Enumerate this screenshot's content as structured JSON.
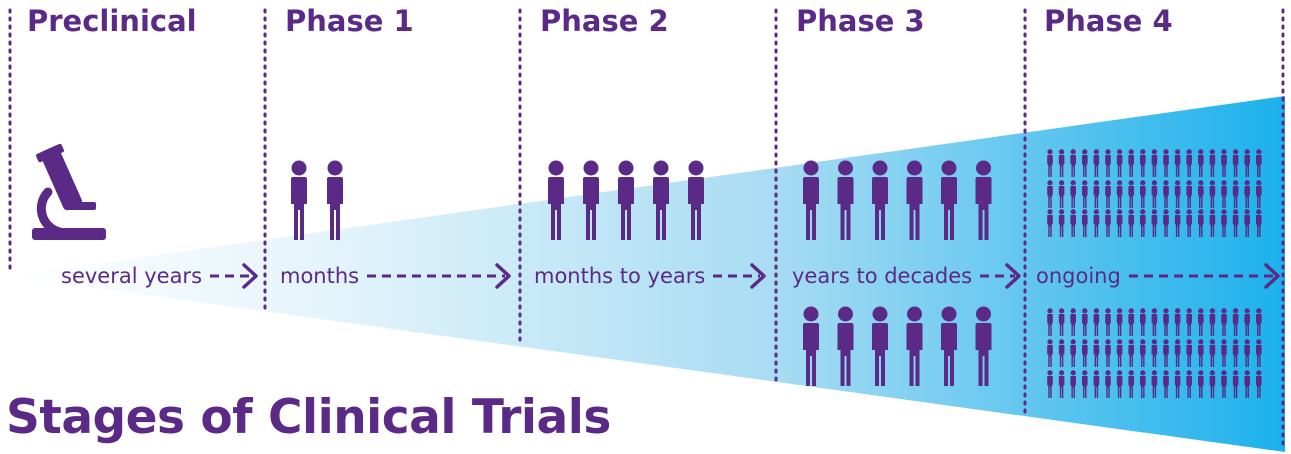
{
  "title": "Stages of Clinical Trials",
  "colors": {
    "purple": "#5a2a86",
    "blue_light": "#e4f4fb",
    "blue_dark": "#1cb1ec"
  },
  "stages": [
    {
      "name": "Preclinical",
      "icon": "microscope-icon",
      "duration": "several years"
    },
    {
      "name": "Phase 1",
      "icon": "person-icon",
      "duration": "months"
    },
    {
      "name": "Phase 2",
      "icon": "person-icon",
      "duration": "months to years"
    },
    {
      "name": "Phase 3",
      "icon": "person-icon",
      "duration": "years to decades"
    },
    {
      "name": "Phase 4",
      "icon": "person-icon",
      "duration": "ongoing"
    }
  ]
}
